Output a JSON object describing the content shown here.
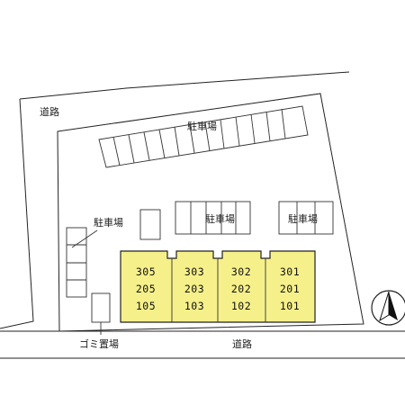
{
  "labels": {
    "road_left": "道路",
    "road_bottom": "道路",
    "parking_top": "駐車場",
    "parking_left": "駐車場",
    "parking_center": "駐車場",
    "parking_right": "駐車場",
    "garbage": "ゴミ置場"
  },
  "units": [
    {
      "rooms": [
        "305",
        "205",
        "105"
      ]
    },
    {
      "rooms": [
        "303",
        "203",
        "103"
      ]
    },
    {
      "rooms": [
        "302",
        "202",
        "102"
      ]
    },
    {
      "rooms": [
        "301",
        "201",
        "101"
      ]
    }
  ],
  "compass": {
    "icon": "north-arrow-icon"
  },
  "colors": {
    "building_fill": "#f6f08a",
    "line": "#222222"
  }
}
